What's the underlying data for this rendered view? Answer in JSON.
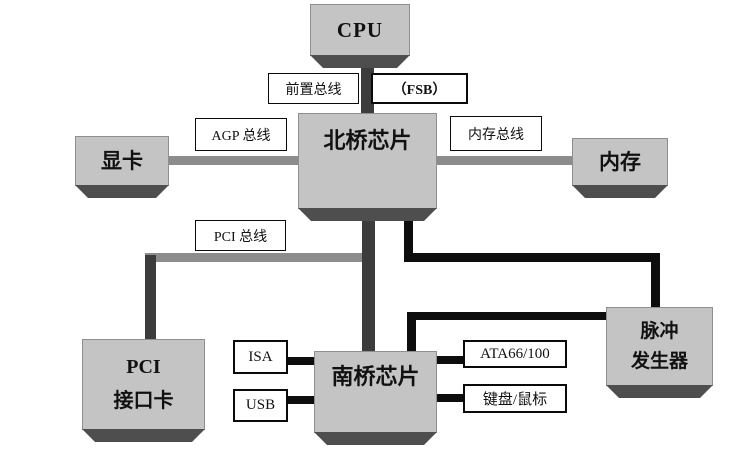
{
  "diagram": {
    "nodes": {
      "cpu": {
        "label": "CPU"
      },
      "north_bridge": {
        "label": "北桥芯片"
      },
      "graphics_card": {
        "label": "显卡"
      },
      "memory": {
        "label": "内存"
      },
      "pci_card": {
        "line1": "PCI",
        "line2": "接口卡"
      },
      "south_bridge": {
        "label": "南桥芯片"
      },
      "pulse_generator": {
        "line1": "脉冲",
        "line2": "发生器"
      }
    },
    "labels": {
      "front_side_bus": "前置总线",
      "fsb": "（FSB）",
      "agp_bus": "AGP 总线",
      "memory_bus": "内存总线",
      "pci_bus": "PCI 总线",
      "isa": "ISA",
      "usb": "USB",
      "ata": "ATA66/100",
      "keyboard_mouse": "键盘/鼠标"
    },
    "colors": {
      "background": "#ffffff",
      "node_fill": "#c4c4c4",
      "node_border": "#8f8f8f",
      "node_shadow": "#4e4e4e",
      "dark_link": "#3c3c3c",
      "bus_link": "#8c8c8c",
      "black_link": "#0d0d0d",
      "label_border": "#0a0a0a"
    }
  }
}
